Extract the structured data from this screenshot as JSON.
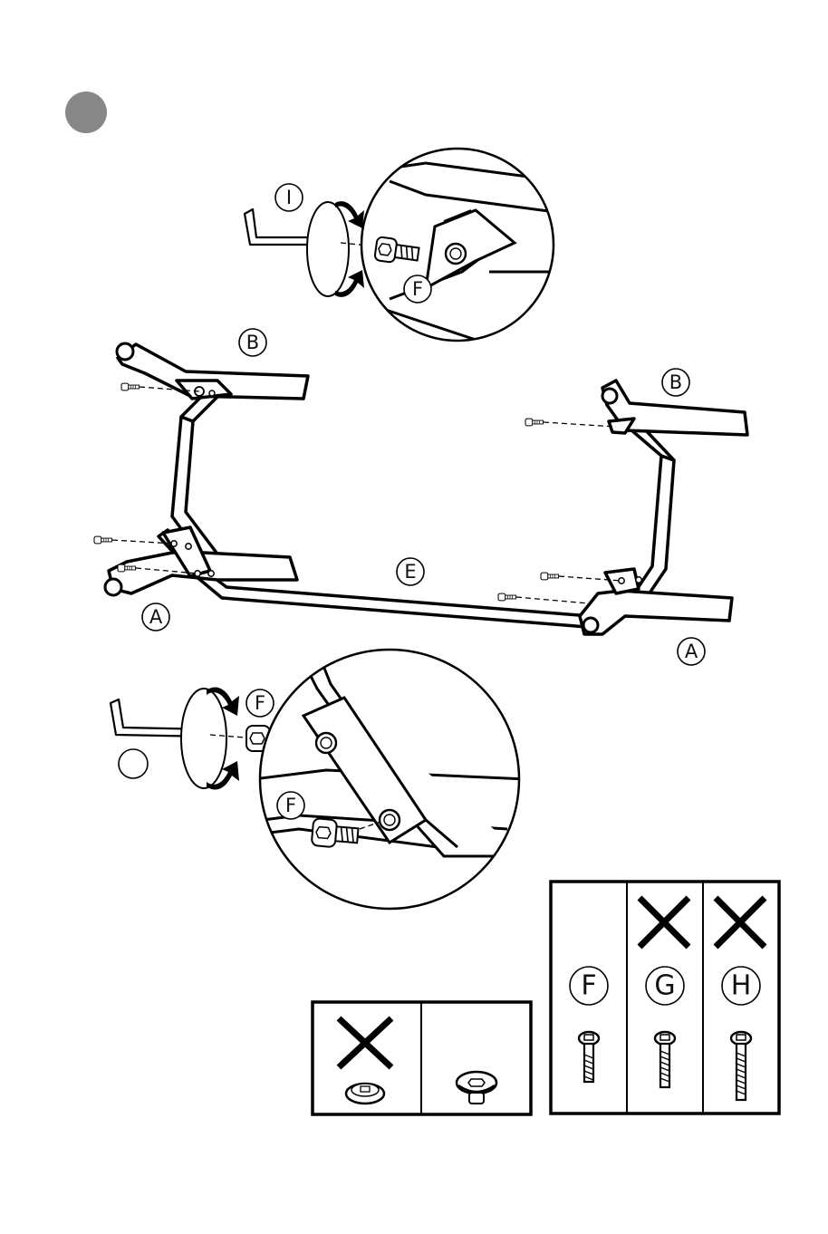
{
  "step": {
    "marker_color": "#878787"
  },
  "labels": {
    "wrench_top": "I",
    "screw_top_detail": "F",
    "back_left": "B",
    "back_right": "B",
    "front_left": "A",
    "front_right": "A",
    "crossbar": "E",
    "screw_bottom_upper": "F",
    "screw_bottom_lower": "F"
  },
  "hardware_table": {
    "columns": [
      {
        "label": "F",
        "crossed": false
      },
      {
        "label": "G",
        "crossed": true
      },
      {
        "label": "H",
        "crossed": true
      }
    ]
  },
  "washer_table": {
    "cells": [
      {
        "item": "flat-washer",
        "crossed": true
      },
      {
        "item": "screw-head",
        "crossed": false
      }
    ]
  },
  "icons": [
    "hex-key-icon",
    "rotation-arrow-icon",
    "screw-icon",
    "cross-mark-icon",
    "empty-circle-icon"
  ]
}
